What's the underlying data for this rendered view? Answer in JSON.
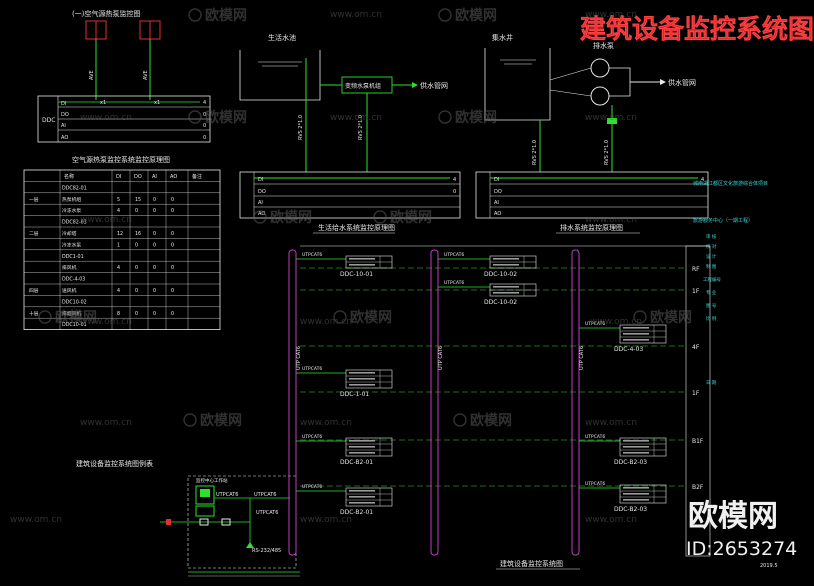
{
  "title": "建筑设备监控系统图",
  "colors": {
    "bg": "#000000",
    "white": "#e8e8e8",
    "green": "#2fe02f",
    "red": "#e03030",
    "magenta": "#c040c0",
    "yellow": "#e6e600",
    "cyan": "#37d7d7",
    "watermark": "#5a5a5a"
  },
  "watermark": {
    "brand": "欧模网",
    "site": "www.om.cn",
    "id": "ID:2653274"
  },
  "top_left": {
    "caption": "(一)空气源热泵监控图",
    "tags": [
      "DI",
      "DO",
      "AI",
      "AO"
    ],
    "ddc": "DDC"
  },
  "water_tank": {
    "label": "生活水池",
    "box": "变频水泵机组",
    "supply": "供水管网"
  },
  "sump": {
    "label": "集水井",
    "pump": "排水泵",
    "supply": "供水管网"
  },
  "right_notes": [
    "城南湖江都区文化旅游综合体项目",
    "旅游服务中心（一期工程）",
    "审 核",
    "校 对",
    "设 计",
    "制 图",
    "工程编号",
    "专 业",
    "图 号",
    "比 例",
    "日 期"
  ],
  "table": {
    "title": "空气源热泵监控系统监控原理图",
    "headers": [
      "",
      "名称",
      "DI",
      "DO",
      "AI",
      "AO",
      "备注"
    ],
    "rows": [
      [
        "",
        "DDC82-01",
        "",
        "",
        "",
        "",
        ""
      ],
      [
        "一层",
        "热泵机组",
        "5",
        "15",
        "0",
        "0",
        ""
      ],
      [
        "",
        "冷冻水泵",
        "4",
        "0",
        "0",
        "0",
        ""
      ],
      [
        "",
        "DDC82-03",
        "",
        "",
        "",
        "",
        ""
      ],
      [
        "二层",
        "冷却塔",
        "12",
        "16",
        "0",
        "0",
        ""
      ],
      [
        "",
        "冷冻水泵",
        "1",
        "0",
        "0",
        "0",
        ""
      ],
      [
        "",
        "DDC1-01",
        "",
        "",
        "",
        "",
        ""
      ],
      [
        "",
        "排风机",
        "4",
        "0",
        "0",
        "0",
        ""
      ],
      [
        "",
        "DDC-4-03",
        "",
        "",
        "",
        "",
        ""
      ],
      [
        "四层",
        "送风机",
        "4",
        "0",
        "0",
        "0",
        ""
      ],
      [
        "",
        "DDC10-02",
        "",
        "",
        "",
        "",
        ""
      ],
      [
        "十层",
        "排烟风机",
        "8",
        "0",
        "0",
        "0",
        ""
      ],
      [
        "",
        "DDC10-01",
        "",
        "",
        "",
        "",
        ""
      ]
    ]
  },
  "legend_title": "建筑设备监控系统图例表",
  "system": {
    "left_title": "生活给水系统监控原理图",
    "right_title": "排水系统监控原理图",
    "bottom_title": "建筑设备监控系统图",
    "utp": "UTPCAT6",
    "rs": "RS-232/485",
    "riser": "UTP CAT6",
    "floors": [
      "RF",
      "1F",
      "4F",
      "1F",
      "B1F",
      "B2F"
    ],
    "ddc_labels": [
      "DDC-10-01",
      "DDC-10-02",
      "DDC-10-02",
      "DDC-4-03",
      "DDC-1-01",
      "DDC-B2-01",
      "DDC-B2-03",
      "DDC-B2-01"
    ],
    "workstation": "监控中心工作站",
    "foot": "2019.5"
  }
}
